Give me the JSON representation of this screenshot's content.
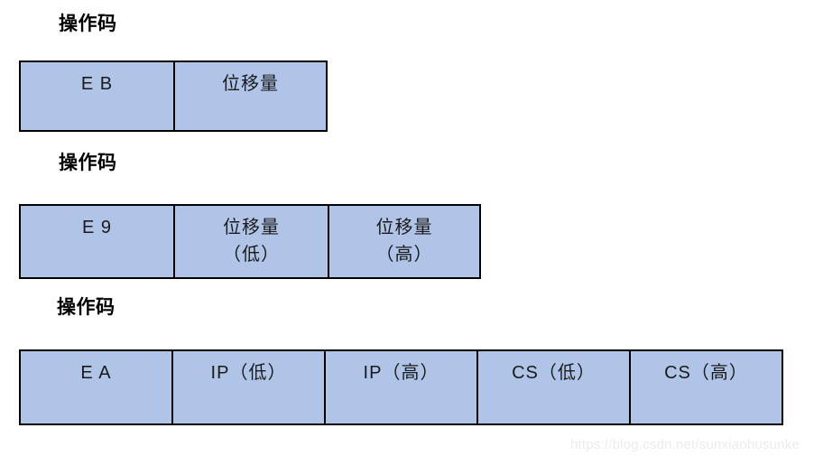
{
  "diagram": {
    "title_note": "x86 JMP instruction encoding formats",
    "fill_color": "#B0C4E8",
    "border_color": "#000000",
    "blocks": [
      {
        "caption": "操作码",
        "name": "jmp-short",
        "cells": [
          {
            "text": "E B"
          },
          {
            "text": "位移量"
          }
        ]
      },
      {
        "caption": "操作码",
        "name": "jmp-near",
        "cells": [
          {
            "text": "E 9"
          },
          {
            "text": "位移量\n（低）"
          },
          {
            "text": "位移量\n（高）"
          }
        ]
      },
      {
        "caption": "操作码",
        "name": "jmp-far",
        "cells": [
          {
            "text": "E A"
          },
          {
            "text": "IP（低）"
          },
          {
            "text": "IP（高）"
          },
          {
            "text": "CS（低）"
          },
          {
            "text": "CS（高）"
          }
        ]
      }
    ]
  },
  "watermark": {
    "text": "https://blog.csdn.net/sunxiaohusunke",
    "color": "#ececed"
  }
}
